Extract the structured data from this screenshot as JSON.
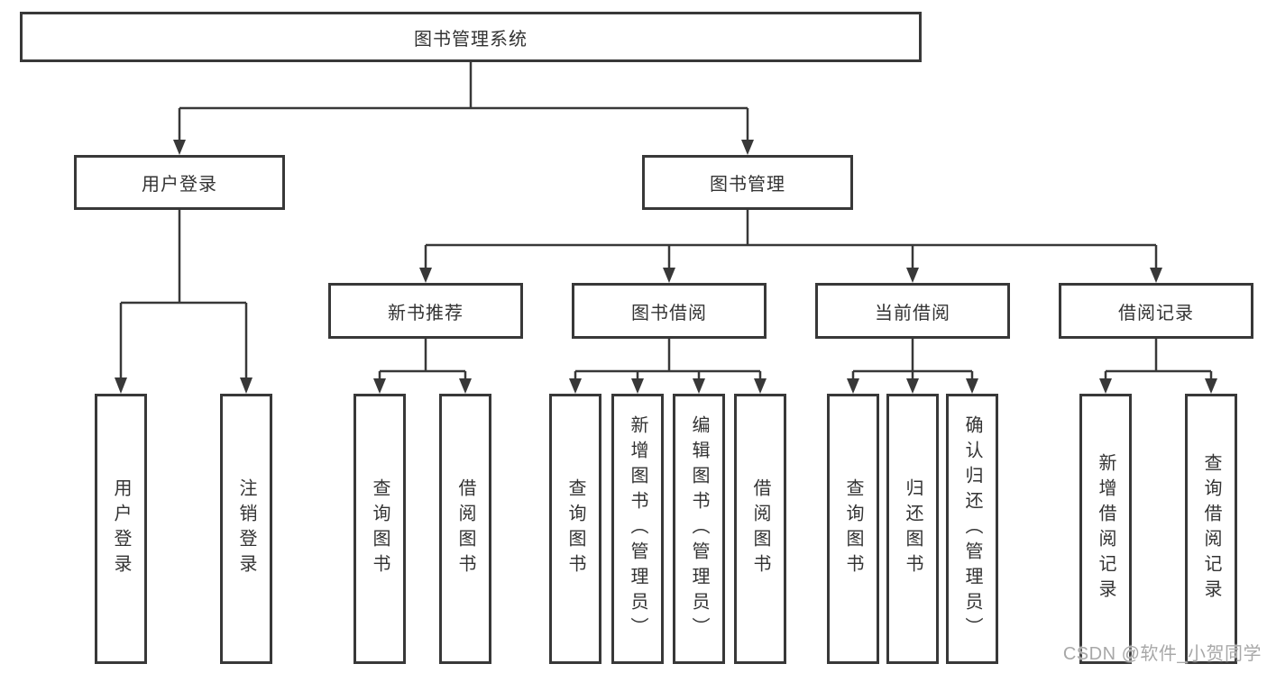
{
  "diagram": {
    "title_node": "图书管理系统",
    "branches": [
      {
        "label": "用户登录",
        "children": [
          {
            "label": "用户登录"
          },
          {
            "label": "注销登录"
          }
        ]
      },
      {
        "label": "图书管理",
        "children": [
          {
            "label": "新书推荐",
            "children": [
              {
                "label": "查询图书"
              },
              {
                "label": "借阅图书"
              }
            ]
          },
          {
            "label": "图书借阅",
            "children": [
              {
                "label": "查询图书"
              },
              {
                "label": "新增图书（管理员）"
              },
              {
                "label": "编辑图书（管理员）"
              },
              {
                "label": "借阅图书"
              }
            ]
          },
          {
            "label": "当前借阅",
            "children": [
              {
                "label": "查询图书"
              },
              {
                "label": "归还图书"
              },
              {
                "label": "确认归还（管理员）"
              }
            ]
          },
          {
            "label": "借阅记录",
            "children": [
              {
                "label": "新增借阅记录"
              },
              {
                "label": "查询借阅记录"
              }
            ]
          }
        ]
      }
    ]
  },
  "watermark": {
    "text": "CSDN @软件_小贺同学"
  },
  "colors": {
    "background": "#ffffff",
    "line": "#383838",
    "box_border": "#383838",
    "text": "#333333",
    "watermark": "#a8a8a8"
  }
}
